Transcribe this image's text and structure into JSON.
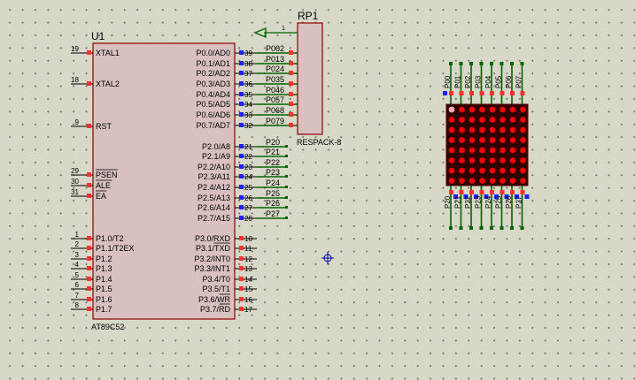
{
  "u1": {
    "ref": "U1",
    "part": "AT89C52",
    "left_pins": [
      {
        "num": "19",
        "name": "XTAL1"
      },
      {
        "num": "18",
        "name": "XTAL2"
      },
      {
        "num": "9",
        "name": "RST"
      },
      {
        "num": "29",
        "name": "PSEN"
      },
      {
        "num": "30",
        "name": "ALE"
      },
      {
        "num": "31",
        "name": "EA"
      },
      {
        "num": "1",
        "name": "P1.0/T2"
      },
      {
        "num": "2",
        "name": "P1.1/T2EX"
      },
      {
        "num": "3",
        "name": "P1.2"
      },
      {
        "num": "4",
        "name": "P1.3"
      },
      {
        "num": "5",
        "name": "P1.4"
      },
      {
        "num": "6",
        "name": "P1.5"
      },
      {
        "num": "7",
        "name": "P1.6"
      },
      {
        "num": "8",
        "name": "P1.7"
      }
    ],
    "right_pins": [
      {
        "num": "39",
        "name": "P0.0/AD0",
        "net": "P002"
      },
      {
        "num": "38",
        "name": "P0.1/AD1",
        "net": "P013"
      },
      {
        "num": "37",
        "name": "P0.2/AD2",
        "net": "P024"
      },
      {
        "num": "36",
        "name": "P0.3/AD3",
        "net": "P035"
      },
      {
        "num": "35",
        "name": "P0.4/AD4",
        "net": "P046"
      },
      {
        "num": "34",
        "name": "P0.5/AD5",
        "net": "P057"
      },
      {
        "num": "33",
        "name": "P0.6/AD6",
        "net": "P068"
      },
      {
        "num": "32",
        "name": "P0.7/AD7",
        "net": "P079"
      },
      {
        "num": "21",
        "name": "P2.0/A8",
        "net": "P20"
      },
      {
        "num": "22",
        "name": "P2.1/A9",
        "net": "P21"
      },
      {
        "num": "23",
        "name": "P2.2/A10",
        "net": "P22"
      },
      {
        "num": "24",
        "name": "P2.3/A11",
        "net": "P23"
      },
      {
        "num": "25",
        "name": "P2.4/A12",
        "net": "P24"
      },
      {
        "num": "26",
        "name": "P2.5/A13",
        "net": "P25"
      },
      {
        "num": "27",
        "name": "P2.6/A14",
        "net": "P26"
      },
      {
        "num": "28",
        "name": "P2.7/A15",
        "net": "P27"
      },
      {
        "num": "10",
        "name": "P3.0/RXD",
        "net": ""
      },
      {
        "num": "11",
        "name": "P3.1/TXD",
        "net": ""
      },
      {
        "num": "12",
        "name": "P3.2/INT0",
        "net": ""
      },
      {
        "num": "13",
        "name": "P3.3/INT1",
        "net": ""
      },
      {
        "num": "14",
        "name": "P3.4/T0",
        "net": ""
      },
      {
        "num": "15",
        "name": "P3.5/T1",
        "net": ""
      },
      {
        "num": "16",
        "name": "P3.6/WR",
        "net": ""
      },
      {
        "num": "17",
        "name": "P3.7/RD",
        "net": ""
      }
    ]
  },
  "rp1": {
    "ref": "RP1",
    "part": "RESPACK-8",
    "pin1": "1"
  },
  "matrix": {
    "top_labels": [
      "P00",
      "P01",
      "P02",
      "P03",
      "P04",
      "P05",
      "P06",
      "P07"
    ],
    "bottom_labels": [
      "P20",
      "P21",
      "P22",
      "P23",
      "P24",
      "P25",
      "P26",
      "P27"
    ],
    "rows": 8,
    "cols": 8
  },
  "colors": {
    "body_fill": "#d8c0c0",
    "outline": "#8b0000",
    "text": "#000000",
    "wire": "#006400",
    "pin_red": "#ff3030",
    "pin_blue": "#2020ff",
    "led": "#ff0000"
  },
  "cursor": {
    "icon": "crosshair-icon"
  }
}
